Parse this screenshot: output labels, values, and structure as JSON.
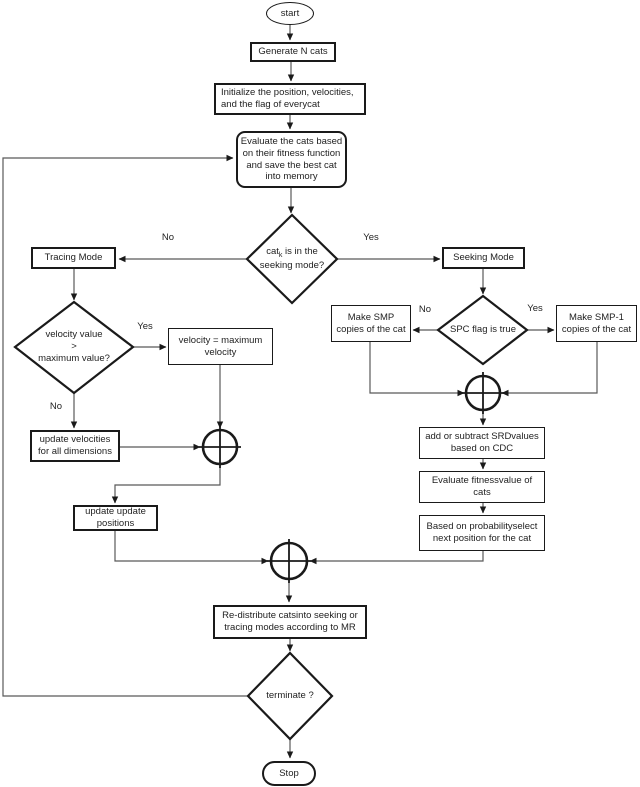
{
  "flowchart": {
    "nodes": {
      "start": {
        "label": "start"
      },
      "generate": {
        "label": "Generate N cats"
      },
      "initialize": {
        "lines": [
          "Initialize the position, velocities,",
          "and the flag of everycat"
        ]
      },
      "evaluate": {
        "lines": [
          "Evaluate the cats based",
          "on their fitness function",
          "and save the best cat",
          "into memory"
        ]
      },
      "seeking_decision": {
        "pre": "cat",
        "sub": "k",
        "post": " is in the",
        "line2": "seeking mode?"
      },
      "tracing_mode": {
        "label": "Tracing Mode"
      },
      "seeking_mode": {
        "label": "Seeking Mode"
      },
      "velocity_decision": {
        "lines": [
          "velocity value",
          ">",
          "maximum value?"
        ]
      },
      "velocity_max": {
        "lines": [
          "velocity = maximum",
          "velocity"
        ]
      },
      "update_velocities": {
        "lines": [
          "update velocities",
          "for all dimensions"
        ]
      },
      "update_positions": {
        "lines": [
          "update update",
          "positions"
        ]
      },
      "spc_decision": {
        "label": "SPC flag is true"
      },
      "make_smp": {
        "lines": [
          "Make SMP",
          "copies of the cat"
        ]
      },
      "make_smp_minus1": {
        "lines": [
          "Make SMP-1",
          "copies of the cat"
        ]
      },
      "srd": {
        "lines": [
          "add or subtract SRDvalues",
          "based on CDC"
        ]
      },
      "fitness": {
        "lines": [
          "Evaluate fitnessvalue of",
          "cats"
        ]
      },
      "probability": {
        "lines": [
          "Based on probabilityselect",
          "next position for the cat"
        ]
      },
      "redistribute": {
        "lines": [
          "Re-distribute catsinto seeking or",
          "tracing modes according to MR"
        ]
      },
      "terminate_decision": {
        "label": "terminate ?"
      },
      "stop": {
        "label": "Stop"
      }
    },
    "edge_labels": {
      "seeking_no": "No",
      "seeking_yes": "Yes",
      "velocity_yes": "Yes",
      "velocity_no": "No",
      "spc_no": "No",
      "spc_yes": "Yes"
    },
    "colors": {
      "node_border": "#1a1a1a",
      "connector": "#595959",
      "background": "#ffffff",
      "text": "#1f1f1f"
    }
  }
}
